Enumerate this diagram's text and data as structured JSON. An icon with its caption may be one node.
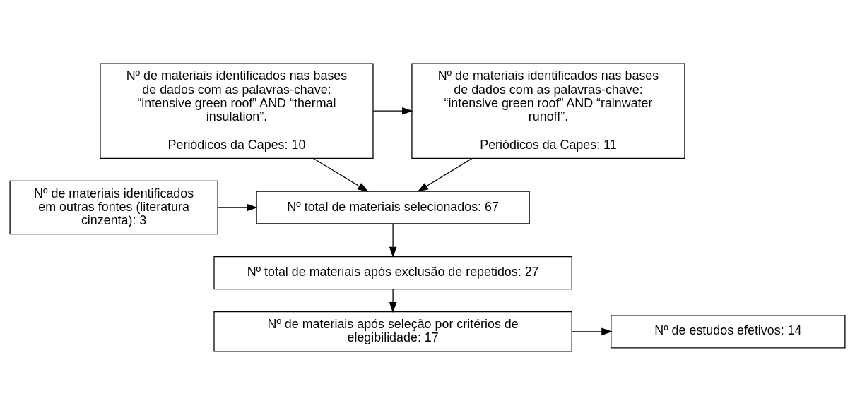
{
  "diagram": {
    "nodes": [
      {
        "text": [
          "Nº de materiais identificados nas bases de dados com as palavras-chave: “intensive green roof” AND “rainwater runoff”.",
          "Periódicos da Capes: 11"
        ]
      },
      {
        "text": [
          "Nº de materiais identificados nas bases de dados com as palavras-chave: “intensive green roof” AND “thermal insulation”.",
          "Periódicos da Capes: 10"
        ]
      },
      {
        "text": [
          "Nº total de materiais selecionados: 67"
        ]
      },
      {
        "text": [
          "Nº de materiais identificados em outras fontes (literatura cinzenta): 3"
        ]
      },
      {
        "text": [
          "Nº total de materiais após exclusão de repetidos: 27"
        ]
      },
      {
        "text": [
          "Nº de materiais após seleção por critérios de elegibilidade: 17"
        ]
      },
      {
        "text": [
          "Nº de estudos efetivos: 14"
        ]
      }
    ],
    "edges": [
      {
        "from": 1,
        "to": 0,
        "arrow": "to"
      },
      {
        "from": 0,
        "to": 2,
        "arrow": "to"
      },
      {
        "from": 1,
        "to": 2,
        "arrow": "to"
      },
      {
        "from": 3,
        "to": 2,
        "arrow": "to"
      },
      {
        "from": 2,
        "to": 4,
        "arrow": "to"
      },
      {
        "from": 4,
        "to": 5,
        "arrow": "to"
      },
      {
        "from": 5,
        "to": 6,
        "arrow": "to"
      }
    ]
  }
}
